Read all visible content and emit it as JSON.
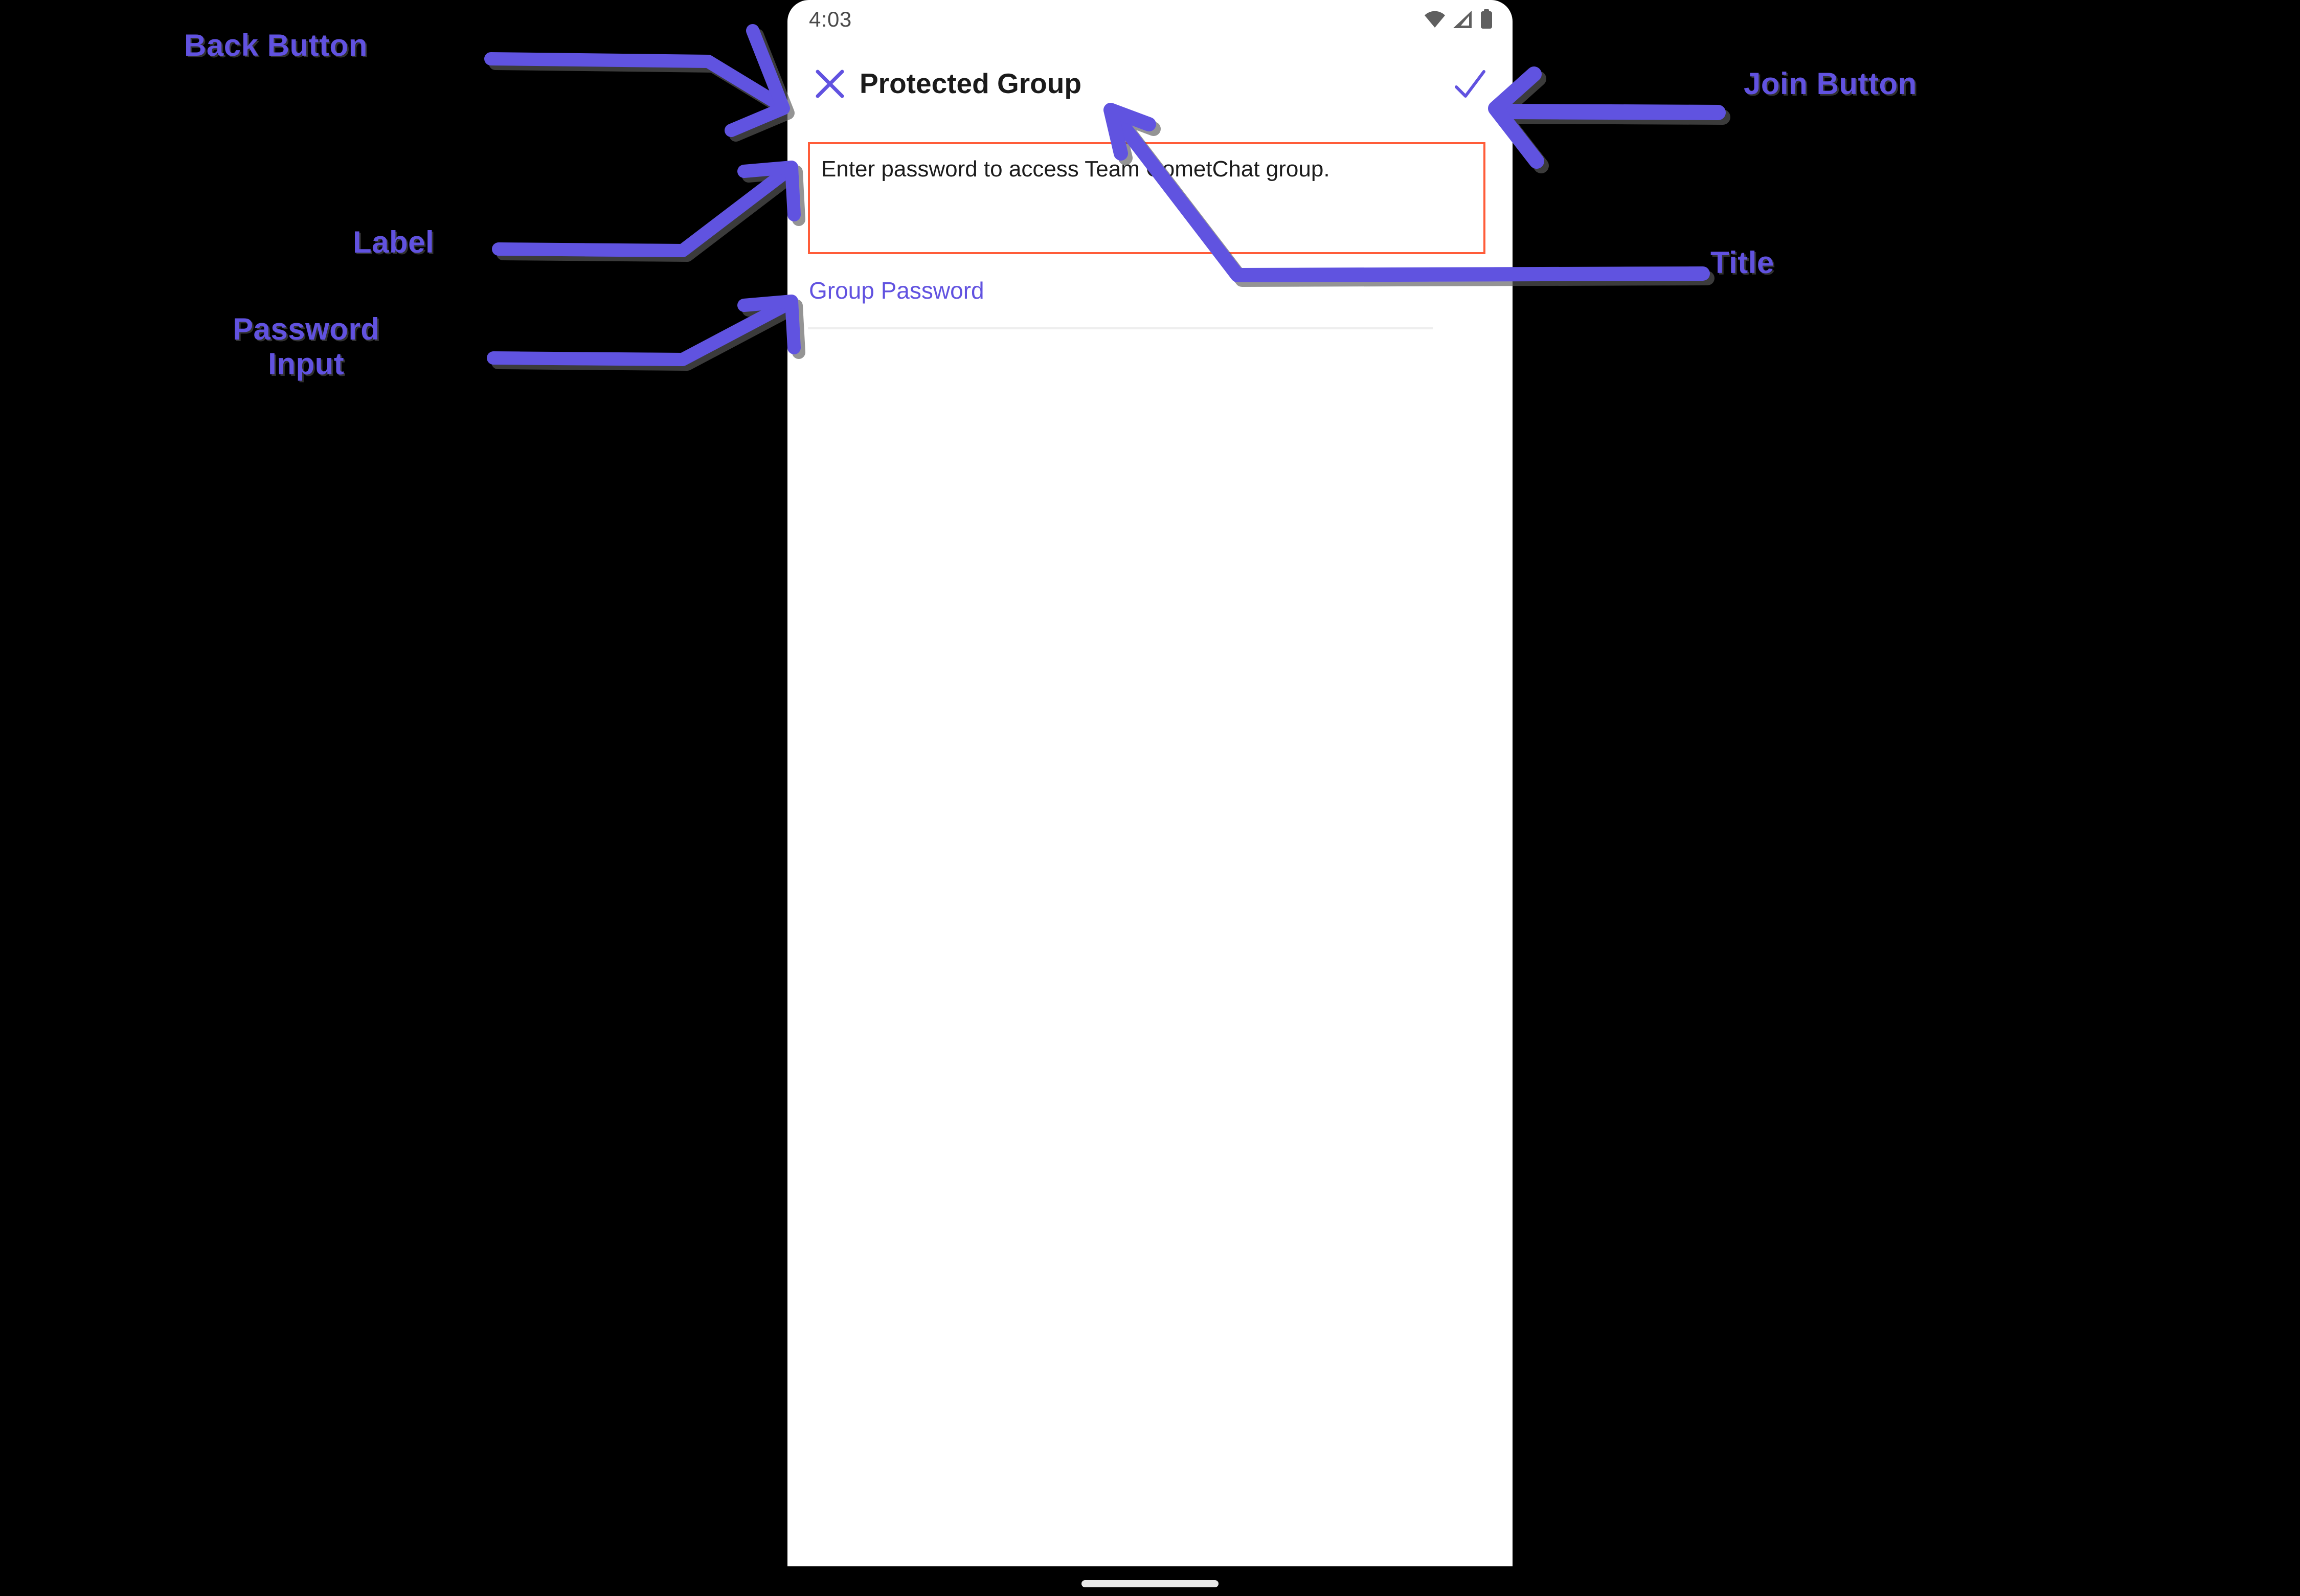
{
  "phone": {
    "status_bar": {
      "time": "4:03",
      "icons": [
        "wifi-icon",
        "cellular-signal-icon",
        "battery-icon"
      ]
    },
    "app_bar": {
      "close_icon": "close-icon",
      "title": "Protected Group",
      "join_icon": "check-icon"
    },
    "description": "Enter password to access Team CometChat group.",
    "password": {
      "label": "Group Password",
      "value": "",
      "placeholder": ""
    },
    "home_indicator": "home-indicator"
  },
  "annotations": {
    "back_button": "Back Button",
    "label": "Label",
    "password_input": "Password\nInput",
    "join_button": "Join Button",
    "title": "Title"
  },
  "colors": {
    "accent_purple": "#6152e0",
    "highlight_red": "#ff5c39",
    "title_black": "#1b1b1b",
    "underline_gray": "#eeeeee",
    "background_black": "#000000",
    "screen_white": "#ffffff"
  }
}
